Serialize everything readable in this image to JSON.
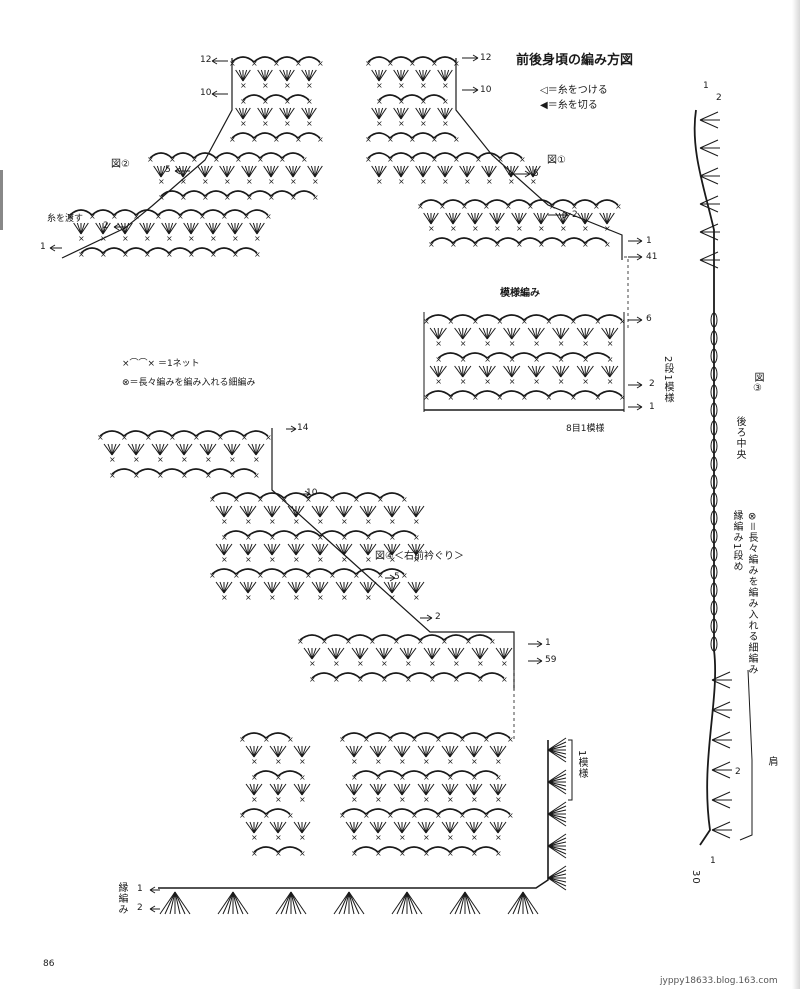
{
  "page": {
    "title": "前後身頃の編み方図",
    "page_number": "86",
    "watermark": "jyppy18633.blog.163.com"
  },
  "legend": {
    "attach_yarn": "◁＝糸をつける",
    "cut_yarn": "◀＝糸を切る",
    "net": "×⌒⌒× ＝1ネット",
    "sc_into_tr": "⊗＝長々編みを編み入れる細編み"
  },
  "fig1": {
    "label": "図①",
    "rows": [
      "12",
      "10",
      "5",
      "2",
      "1",
      "41"
    ]
  },
  "fig2": {
    "label": "図②",
    "pass_yarn": "糸を渡す",
    "rows": [
      "12",
      "10",
      "5",
      "2",
      "1"
    ]
  },
  "pattern": {
    "label": "模様編み",
    "rows": [
      "6",
      "2",
      "1"
    ],
    "repeat_rows": "2段1模様",
    "repeat_sts": "8目1模様"
  },
  "fig3": {
    "label": "図③",
    "center_back": "後ろ中央",
    "edge_start": "縁編み1段め",
    "sc_into_tr": "⊗＝長々編みを編み入れる細編み",
    "shoulder": "肩",
    "rows": [
      "1",
      "2",
      "2",
      "1",
      "30"
    ]
  },
  "fig4": {
    "label": "図④＜右前衿ぐり＞",
    "rows": [
      "14",
      "10",
      "5",
      "2",
      "1",
      "59"
    ],
    "repeat": "1模様"
  },
  "edging": {
    "label": "縁編み",
    "rows": [
      "1",
      "2"
    ]
  },
  "colors": {
    "ink": "#1a1a1a",
    "paper": "#ffffff",
    "dash": "#444444"
  }
}
